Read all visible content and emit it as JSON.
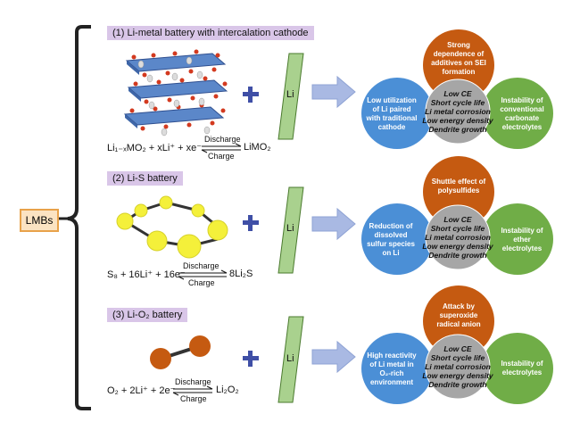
{
  "root_label": "LMBs",
  "rows": [
    {
      "title": "(1) Li-metal battery with intercalation cathode",
      "equation_left": "Li₁₋ₓMO₂ + xLi⁺ + xe⁻",
      "equation_right": "LiMO₂",
      "arrow_top": "Discharge",
      "arrow_bottom": "Charge",
      "anode": "Li",
      "issue_top": "Strong dependence of additives on SEI formation",
      "issue_left": "Low utilization of Li paired with traditional cathode",
      "issue_right": "Instability of conventional carbonate electrolytes",
      "center": [
        "Low CE",
        "Short cycle life",
        "Li metal corrosion",
        "Low energy density",
        "Dendrite growth"
      ]
    },
    {
      "title": "(2) Li-S battery",
      "equation_left": "S₈ + 16Li⁺ + 16e⁻",
      "equation_right": "8Li₂S",
      "arrow_top": "Discharge",
      "arrow_bottom": "Charge",
      "anode": "Li",
      "issue_top": "Shuttle effect of polysulfides",
      "issue_left": "Reduction of dissolved sulfur species on Li",
      "issue_right": "Instability of ether electrolytes",
      "center": [
        "Low CE",
        "Short cycle life",
        "Li metal corrosion",
        "Low energy density",
        "Dendrite growth"
      ]
    },
    {
      "title": "(3) Li-O₂ battery",
      "equation_left": "O₂ + 2Li⁺ + 2e⁻",
      "equation_right": "Li₂O₂",
      "arrow_top": "Discharge",
      "arrow_bottom": "Charge",
      "anode": "Li",
      "issue_top": "Attack by superoxide radical anion",
      "issue_left": "High reactivity of Li metal in O₂-rich environment",
      "issue_right": "Instability of electrolytes",
      "center": [
        "Low CE",
        "Short cycle life",
        "Li metal corrosion",
        "Low energy density",
        "Dendrite growth"
      ]
    }
  ],
  "colors": {
    "title_bg": "#d9c6e8",
    "lmbs_bg": "#fbe3c2",
    "lmbs_border": "#e8a24a",
    "anode_fill": "#a9d18e",
    "arrow": "#a9b9e3",
    "plus": "#3f4fa6",
    "circle_top": "#c55a11",
    "circle_left": "#4b8fd6",
    "circle_right": "#70ad47",
    "circle_center": "#a6a6a6",
    "sulfur": "#f4f03a",
    "oxygen": "#c55a11"
  }
}
